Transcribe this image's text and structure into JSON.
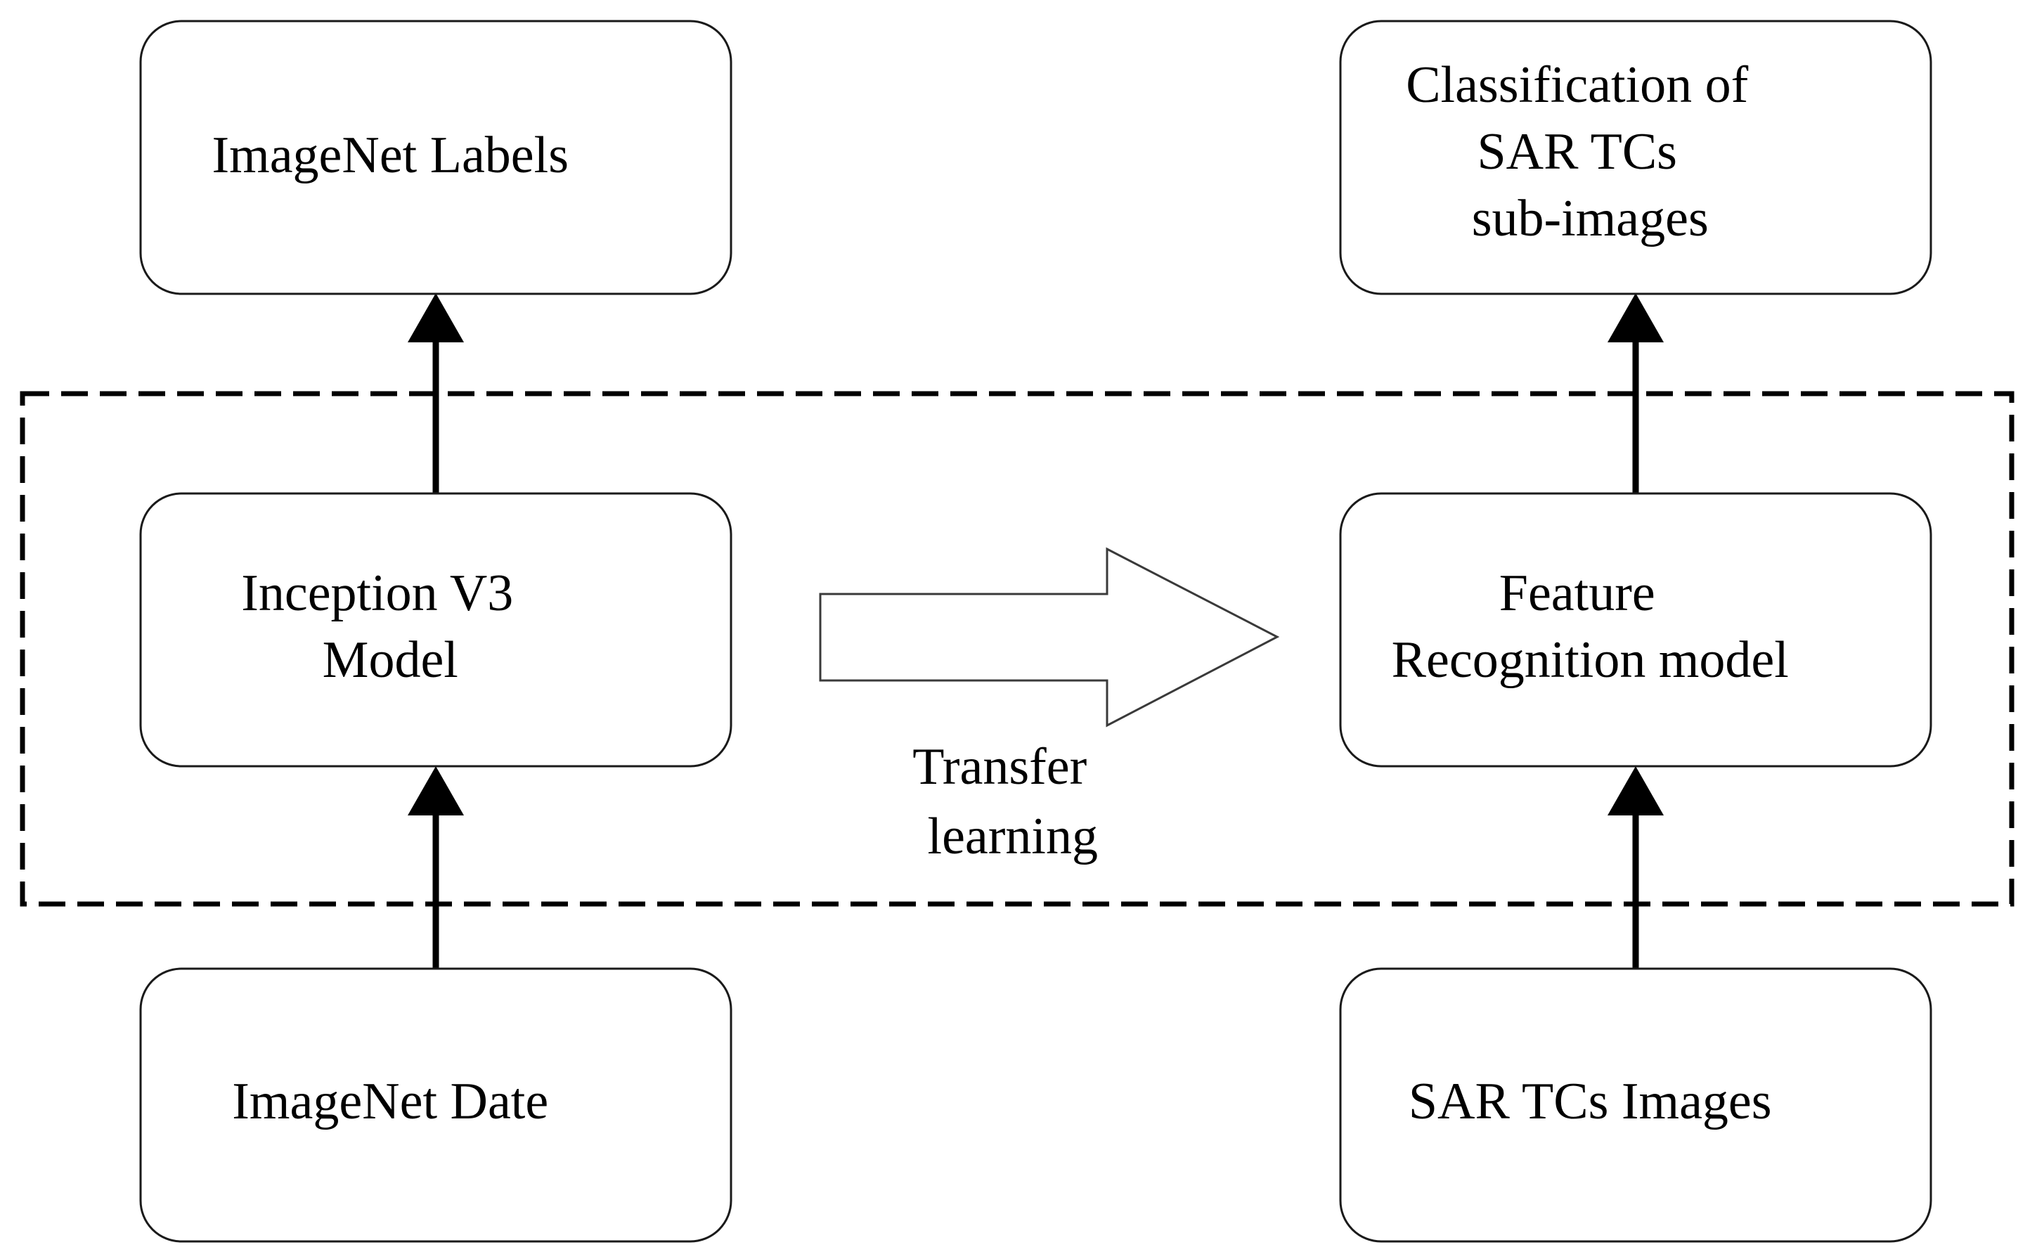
{
  "diagram": {
    "title": "Transfer learning flow for SAR TC classification",
    "background_color": "#ffffff",
    "stroke_color": "#000000",
    "box_fill_color": "#ffffff",
    "nodes": {
      "imagenet_labels": {
        "label": "ImageNet Labels",
        "lines": [
          "ImageNet Labels"
        ]
      },
      "classification_sar": {
        "label": "Classification of SAR TCs sub-images",
        "lines": [
          "Classification of",
          "SAR TCs",
          "sub-images"
        ]
      },
      "inception_v3": {
        "label": "Inception V3 Model",
        "lines": [
          "Inception V3",
          "Model"
        ]
      },
      "feature_recognition": {
        "label": "Feature Recognition model",
        "lines": [
          "Feature",
          "Recognition model"
        ]
      },
      "imagenet_date": {
        "label": "ImageNet Date",
        "lines": [
          "ImageNet Date"
        ]
      },
      "sar_tcs_images": {
        "label": "SAR TCs Images",
        "lines": [
          "SAR TCs Images"
        ]
      }
    },
    "transfer": {
      "label": "Transfer learning",
      "lines": [
        "Transfer",
        "learning"
      ]
    },
    "group_box": {
      "style": "dashed",
      "label": ""
    }
  }
}
